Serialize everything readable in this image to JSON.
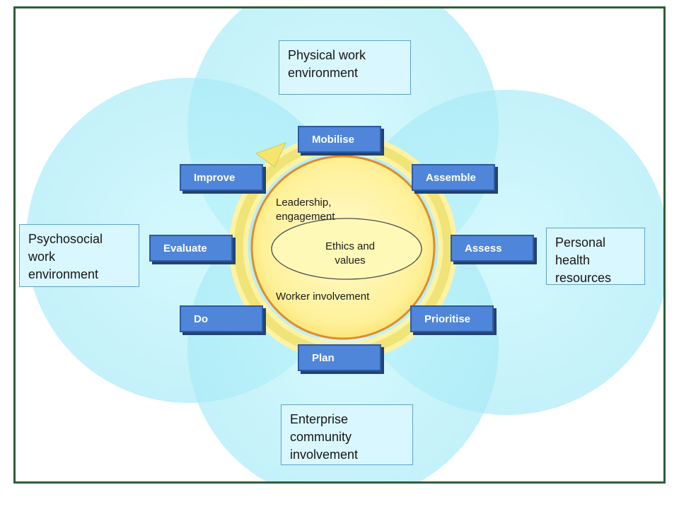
{
  "environments": {
    "physical": "Physical work\nenvironment",
    "psychosocial": "Psychosocial\nwork\nenvironment",
    "personal": "Personal\nhealth\nresources",
    "enterprise": "Enterprise\ncommunity\ninvolvement"
  },
  "steps": {
    "mobilise": "Mobilise",
    "assemble": "Assemble",
    "assess": "Assess",
    "prioritise": "Prioritise",
    "plan": "Plan",
    "do": "Do",
    "evaluate": "Evaluate",
    "improve": "Improve"
  },
  "center": {
    "leadership": "Leadership,\nengagement",
    "ethics": "Ethics and\nvalues",
    "worker": "Worker involvement"
  },
  "colors": {
    "outer_circle": "#aeeef8",
    "cycle_ring": "#f3e87a",
    "center_fill": "#fff6a8",
    "center_border": "#e48b26",
    "step_fill": "#4f86d9",
    "frame": "#2f5d3a"
  }
}
